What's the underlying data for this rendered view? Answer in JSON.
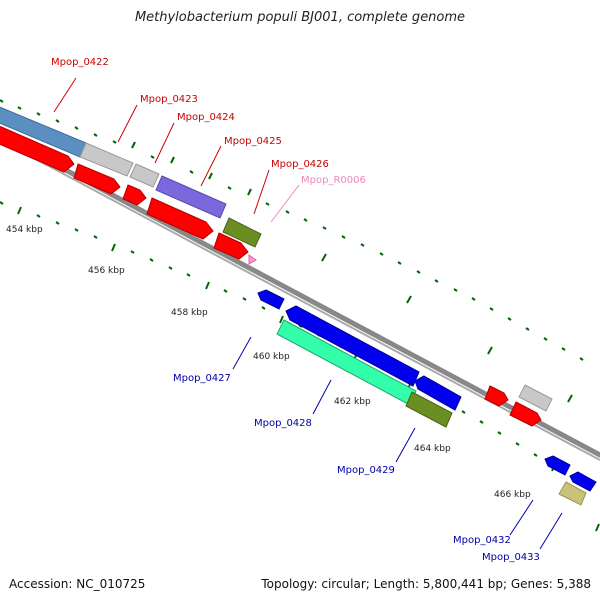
{
  "title": "Methylobacterium populi BJ001, complete genome",
  "accession": "Accession: NC_010725",
  "topology": "Topology: circular; Length: 5,800,441 bp; Genes: 5,388",
  "kbp_labels": [
    "454 kbp",
    "456 kbp",
    "458 kbp",
    "460 kbp",
    "462 kbp",
    "464 kbp",
    "466 kbp"
  ],
  "gene_labels": {
    "g0422": "Mpop_0422",
    "g0423": "Mpop_0423",
    "g0424": "Mpop_0424",
    "g0425": "Mpop_0425",
    "g0426": "Mpop_0426",
    "gR0006": "Mpop_R0006",
    "g0427": "Mpop_0427",
    "g0428": "Mpop_0428",
    "g0429": "Mpop_0429",
    "g0432": "Mpop_0432",
    "g0433": "Mpop_0433"
  },
  "colors": {
    "forward_label": "#cc0000",
    "reverse_label": "#0000aa",
    "rna_label": "#ee88bb",
    "cds_red": "#ff0000",
    "cds_blue": "#0000ee",
    "cog_steel": "#5b8fc2",
    "cog_gray": "#c8c8c8",
    "cog_violet": "#7b68dd",
    "cog_olive": "#6b8e23",
    "cog_teal": "#33ffaa",
    "cog_khaki": "#c9c27a",
    "rna_pink": "#ff99cc",
    "tick_green": "#006600",
    "backbone": "#888888"
  }
}
